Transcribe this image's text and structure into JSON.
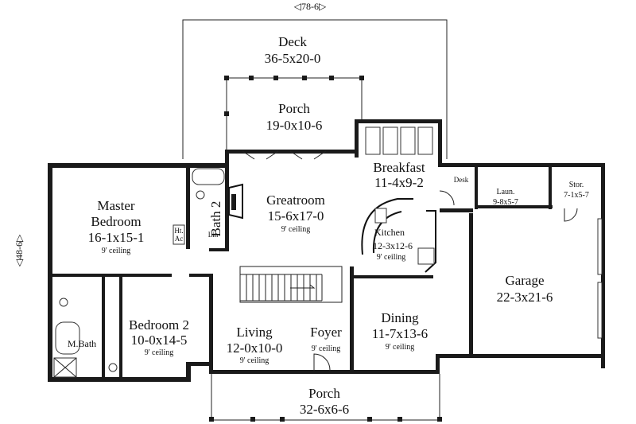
{
  "dimensions": {
    "width_label": "◁78-6▷",
    "depth_label": "◁48-6▷"
  },
  "rooms": {
    "deck": {
      "name": "Deck",
      "size": "36-5x20-0"
    },
    "rear_porch": {
      "name": "Porch",
      "size": "19-0x10-6"
    },
    "breakfast": {
      "name": "Breakfast",
      "size": "11-4x9-2"
    },
    "greatroom": {
      "name": "Greatroom",
      "size": "15-6x17-0",
      "ceiling": "9' ceiling"
    },
    "master_bedroom": {
      "name_line1": "Master",
      "name_line2": "Bedroom",
      "size": "16-1x15-1",
      "ceiling": "9' ceiling"
    },
    "bath2": {
      "name": "Bath 2"
    },
    "kitchen": {
      "name": "Kitchen",
      "size": "12-3x12-6",
      "ceiling": "9' ceiling"
    },
    "laundry": {
      "name": "Laun.",
      "size": "9-8x5-7"
    },
    "storage": {
      "name": "Stor.",
      "size": "7-1x5-7"
    },
    "desk": {
      "name": "Desk"
    },
    "hvac": {
      "line1": "Ht.",
      "line2": "Ac"
    },
    "linen": {
      "name": "Lin"
    },
    "garage": {
      "name": "Garage",
      "size": "22-3x21-6"
    },
    "master_bath": {
      "name": "M.Bath"
    },
    "bedroom2": {
      "name": "Bedroom 2",
      "size": "10-0x14-5",
      "ceiling": "9' ceiling"
    },
    "living": {
      "name": "Living",
      "size": "12-0x10-0",
      "ceiling": "9' ceiling"
    },
    "foyer": {
      "name": "Foyer",
      "ceiling": "9' ceiling"
    },
    "dining": {
      "name": "Dining",
      "size": "11-7x13-6",
      "ceiling": "9' ceiling"
    },
    "front_porch": {
      "name": "Porch",
      "size": "32-6x6-6"
    }
  }
}
